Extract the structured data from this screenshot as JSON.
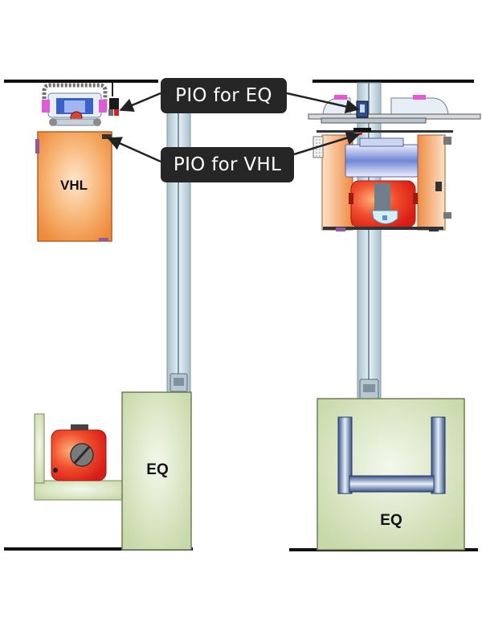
{
  "callouts": {
    "pio_eq": "PIO for EQ",
    "pio_vhl": "PIO for VHL"
  },
  "labels": {
    "vhl": "VHL",
    "eq_left": "EQ",
    "eq_right": "EQ"
  },
  "colors": {
    "vhl_orange": "#f4a055",
    "eq_green": "#d6e4be",
    "pole_blue": "#d2e4ee",
    "red_unit": "#e63a28",
    "callout_bg": "#262626"
  }
}
